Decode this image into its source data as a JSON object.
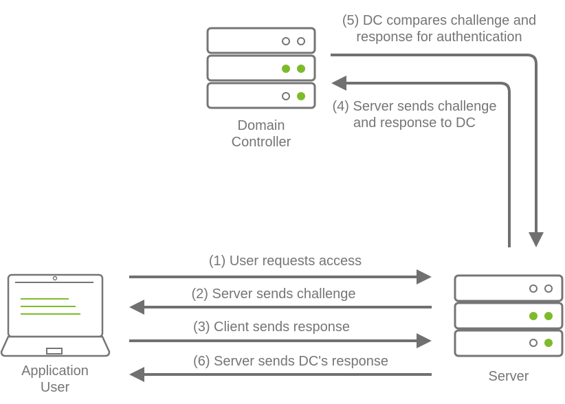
{
  "nodes": {
    "domain_controller": {
      "line1": "Domain",
      "line2": "Controller",
      "icon": "server-rack-icon"
    },
    "application_user": {
      "line1": "Application",
      "line2": "User",
      "icon": "laptop-icon"
    },
    "server": {
      "label": "Server",
      "icon": "server-rack-icon"
    }
  },
  "steps": {
    "s1": "(1) User requests access",
    "s2": "(2) Server sends challenge",
    "s3": "(3) Client sends response",
    "s4_line1": "(4) Server sends challenge",
    "s4_line2": "and response to DC",
    "s5_line1": "(5) DC compares challenge and",
    "s5_line2": "response for authentication",
    "s6": "(6) Server sends DC's response"
  },
  "colors": {
    "gray": "#757575",
    "green": "#7dbb2b",
    "white": "#ffffff"
  }
}
